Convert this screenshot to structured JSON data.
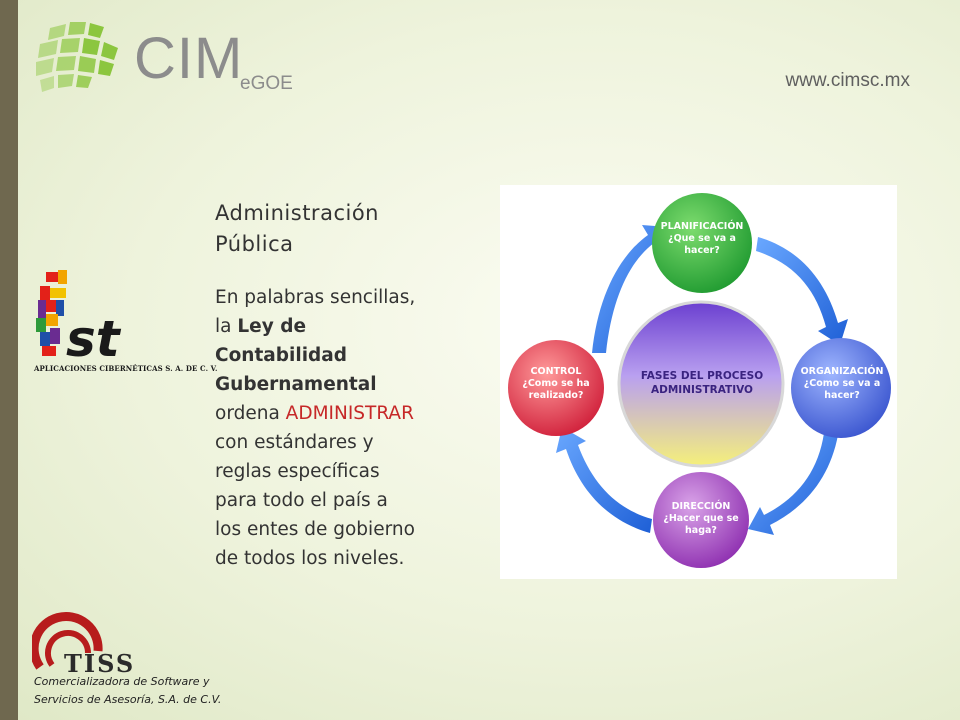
{
  "header": {
    "brand_main": "CIM",
    "brand_sub": "eGOE",
    "website": "www.cimsc.mx"
  },
  "ist_logo": {
    "letters": "st",
    "caption": "APLICACIONES CIBERNÉTICAS S. A. DE C. V."
  },
  "content": {
    "title_line1": "Administración",
    "title_line2": "Pública",
    "p1": "En palabras sencillas,",
    "p2_a": "la ",
    "p2_b": "Ley de",
    "p3": "Contabilidad",
    "p4": "Gubernamental",
    "p5_a": "ordena ",
    "p5_b": "ADMINISTRAR",
    "p6": "con estándares y",
    "p7": "reglas específicas",
    "p8": "para todo el país a",
    "p9": "los entes de gobierno",
    "p10": "de todos los niveles."
  },
  "diagram": {
    "center_line1": "FASES DEL PROCESO",
    "center_line2": "ADMINISTRATIVO",
    "nodes": [
      {
        "l1": "PLANIFICACIÓN",
        "l2": "¿Que se va a",
        "l3": "hacer?",
        "color": "#2eaa3a"
      },
      {
        "l1": "ORGANIZACIÓN",
        "l2": "¿Como se va a",
        "l3": "hacer?",
        "color": "#3f5fd4"
      },
      {
        "l1": "DIRECCIÓN",
        "l2": "¿Hacer que se",
        "l3": "haga?",
        "color": "#9c3ab8"
      },
      {
        "l1": "CONTROL",
        "l2": "¿Como se ha",
        "l3": "realizado?",
        "color": "#d42040"
      }
    ],
    "arrow_color": "#1e6fe0"
  },
  "footer": {
    "tiss": "TISS",
    "line1": "Comercializadora de Software y",
    "line2": "Servicios de Asesoría, S.A. de C.V."
  }
}
